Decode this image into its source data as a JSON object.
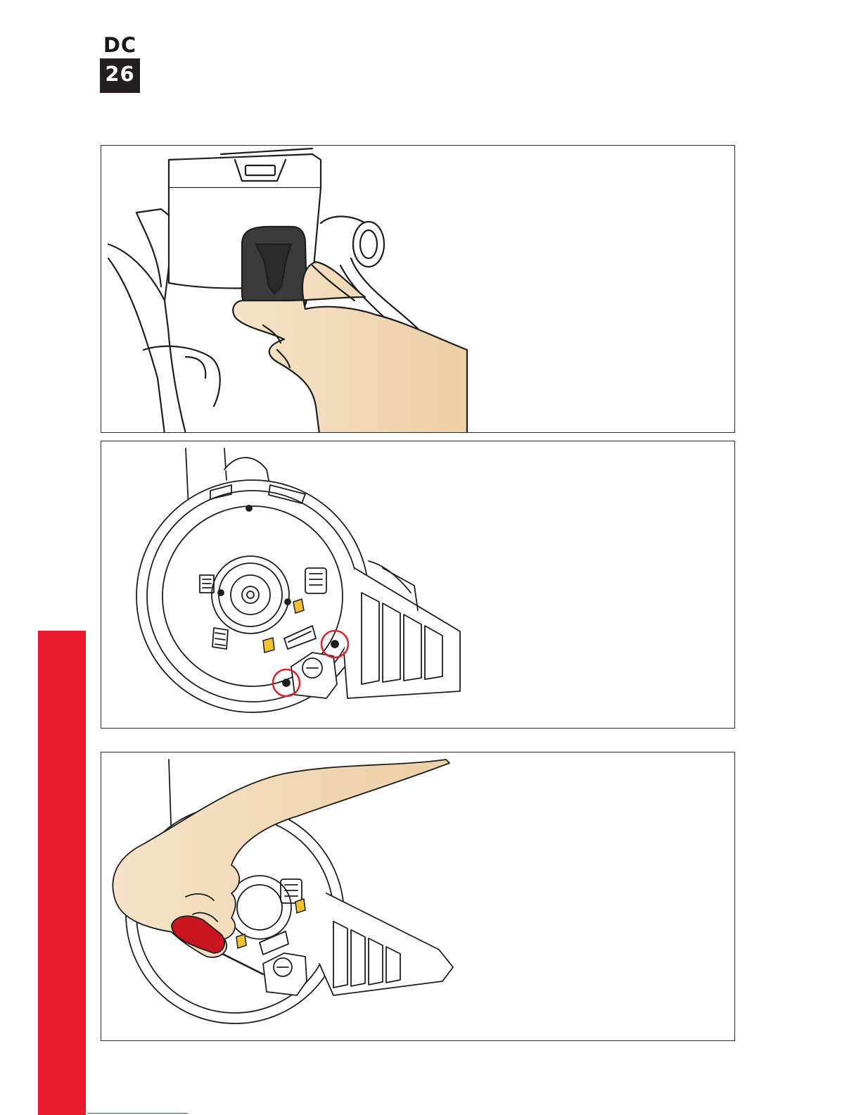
{
  "header": {
    "logo_top": "DC",
    "logo_bottom": "26"
  },
  "colors": {
    "accent_red": "#e8192c",
    "skin": "#f2d9b6",
    "outline": "#1e1e1e",
    "highlight_circle": "#d7262f",
    "yellow_tab": "#f2c230"
  },
  "steps": [
    {
      "illustration": "hand-removing-cyclone-cap"
    },
    {
      "illustration": "motor-housing-screws-highlighted"
    },
    {
      "illustration": "hand-unscrewing-housing-screwdriver"
    }
  ]
}
